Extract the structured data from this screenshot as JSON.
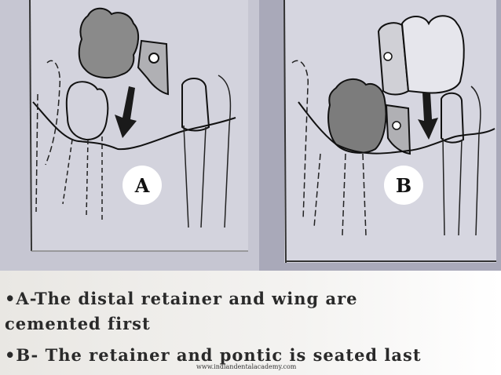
{
  "figure": {
    "label_a": "A",
    "label_b": "B"
  },
  "caption": {
    "line1": "•A-The distal retainer and wing are",
    "line2": "cemented first",
    "line3": "•B- The retainer and pontic is seated last"
  },
  "watermark": "www.indiandentalacademy.com"
}
